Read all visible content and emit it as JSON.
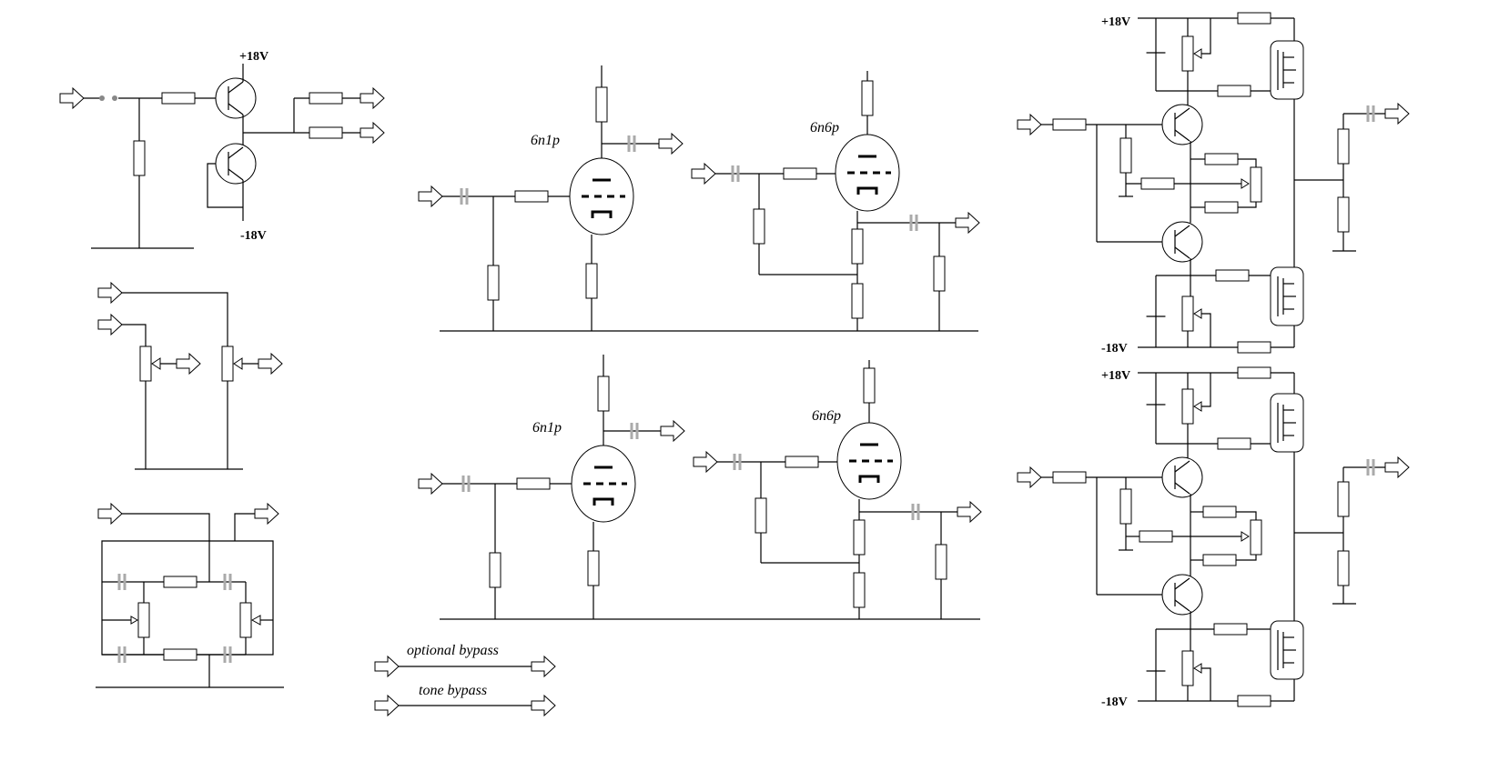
{
  "labels": {
    "pos18": "+18V",
    "neg18": "-18V",
    "tube_6n1p": "6n1p",
    "tube_6n6p": "6n6p",
    "optional_bypass": "optional bypass",
    "tone_bypass": "tone bypass"
  },
  "colors": {
    "wire": "#000000",
    "capacitor": "#aaaaaa",
    "background": "#ffffff"
  }
}
